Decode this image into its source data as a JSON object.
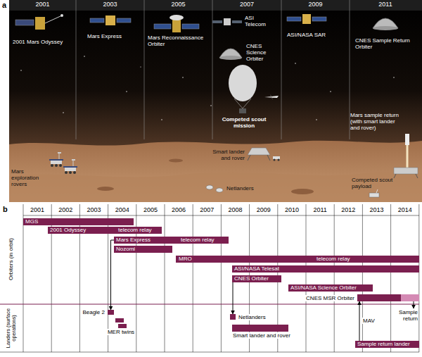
{
  "diagram": {
    "nodes": [
      {
        "text": [
          "MGS"
        ]
      },
      {
        "text": [
          "2001 Odyssey",
          "telecom relay"
        ]
      },
      {
        "text": [
          "Mars Express",
          "telecom relay"
        ]
      },
      {
        "text": [
          "Nozomi"
        ]
      },
      {
        "text": [
          "MRO",
          "telecom relay"
        ]
      },
      {
        "text": [
          "ASI/NASA Telesat"
        ]
      },
      {
        "text": [
          "CNES Orbiter"
        ]
      },
      {
        "text": [
          "ASI/NASA Science Orbiter"
        ]
      },
      {
        "text": [
          "CNES MSR Orbiter"
        ]
      },
      {
        "text": [
          "Beagle 2"
        ]
      },
      {
        "text": [
          "MER twins"
        ]
      },
      {
        "text": [
          "Netlanders"
        ]
      },
      {
        "text": [
          "Smart lander and rover"
        ]
      },
      {
        "text": [
          "Sample return lander"
        ]
      }
    ],
    "edges": [
      {
        "from": 2,
        "to": 9,
        "arrow": "to"
      },
      {
        "from": 6,
        "to": 11,
        "arrow": "to"
      },
      {
        "from": 13,
        "to": 8,
        "label": "MAV",
        "arrow": "to"
      }
    ],
    "labels": [
      "a",
      "2001",
      "2003",
      "2005",
      "2007",
      "2009",
      "2011",
      "2001 Mars Odyssey",
      "Mars Express",
      "Mars Reconnaissance Orbiter",
      "ASI Telecom",
      "CNES Science Orbiter",
      "ASI/NASA SAR",
      "CNES Sample Return Orbiter",
      "Competed scout mission",
      "Mars exploration rovers",
      "Smart lander and rover",
      "Netlanders",
      "Mars sample return (with smart lander and rover)",
      "Competed scout payload",
      "b",
      "2001",
      "2002",
      "2003",
      "2004",
      "2005",
      "2006",
      "2007",
      "2008",
      "2009",
      "2010",
      "2011",
      "2012",
      "2013",
      "2014",
      "Orbiters (in orbit)",
      "Landers (surface operations)",
      "Sample return"
    ]
  }
}
